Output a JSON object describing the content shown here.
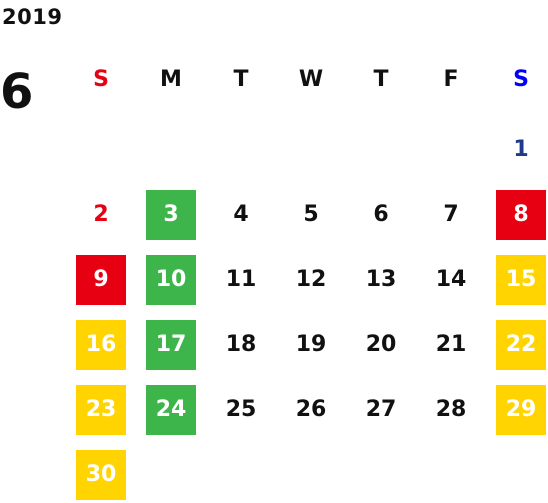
{
  "calendar": {
    "year": "2019",
    "month": "6",
    "weekdays": [
      "S",
      "M",
      "T",
      "W",
      "T",
      "F",
      "S"
    ],
    "days": [
      "1",
      "2",
      "3",
      "4",
      "5",
      "6",
      "7",
      "8",
      "9",
      "10",
      "11",
      "12",
      "13",
      "14",
      "15",
      "16",
      "17",
      "18",
      "19",
      "20",
      "21",
      "22",
      "23",
      "24",
      "25",
      "26",
      "27",
      "28",
      "29",
      "30"
    ]
  },
  "colors": {
    "sunday": "#e60012",
    "saturday": "#0000ff",
    "day_one": "#1f3a8a",
    "red_box": "#e60012",
    "green_box": "#3db54a",
    "yellow_box": "#ffd400"
  }
}
